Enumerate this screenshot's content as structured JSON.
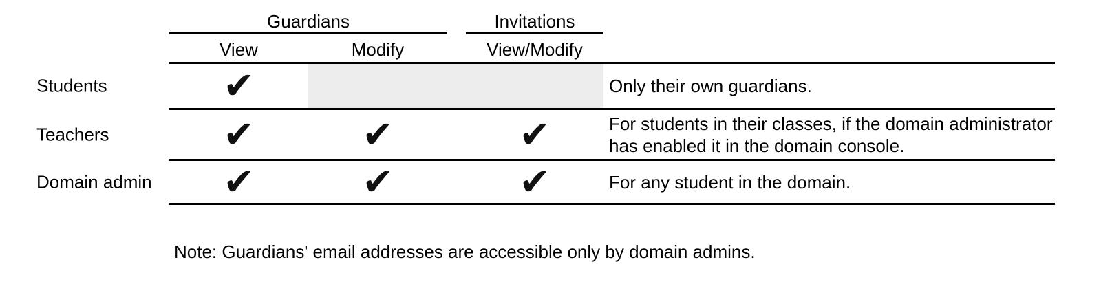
{
  "header": {
    "groups": [
      {
        "label": "Guardians"
      },
      {
        "label": "Invitations"
      }
    ],
    "columns": [
      {
        "label": "View"
      },
      {
        "label": "Modify"
      },
      {
        "label": "View/Modify"
      }
    ]
  },
  "check_glyph": "✔",
  "rows": [
    {
      "role": "Students",
      "view": "✔",
      "modify": "",
      "invitations": "",
      "restricted": "true",
      "note": "Only their own guardians."
    },
    {
      "role": "Teachers",
      "view": "✔",
      "modify": "✔",
      "invitations": "✔",
      "restricted": "false",
      "note": "For students in their classes, if the domain administrator has enabled it in the domain console."
    },
    {
      "role": "Domain admin",
      "view": "✔",
      "modify": "✔",
      "invitations": "✔",
      "restricted": "false",
      "note": "For any student in the domain."
    }
  ],
  "footnote": "Note: Guardians' email addresses are accessible only by domain admins.",
  "colors": {
    "background": "#ffffff",
    "text": "#000000",
    "rule": "#000000",
    "restricted_cell": "#ededed"
  }
}
